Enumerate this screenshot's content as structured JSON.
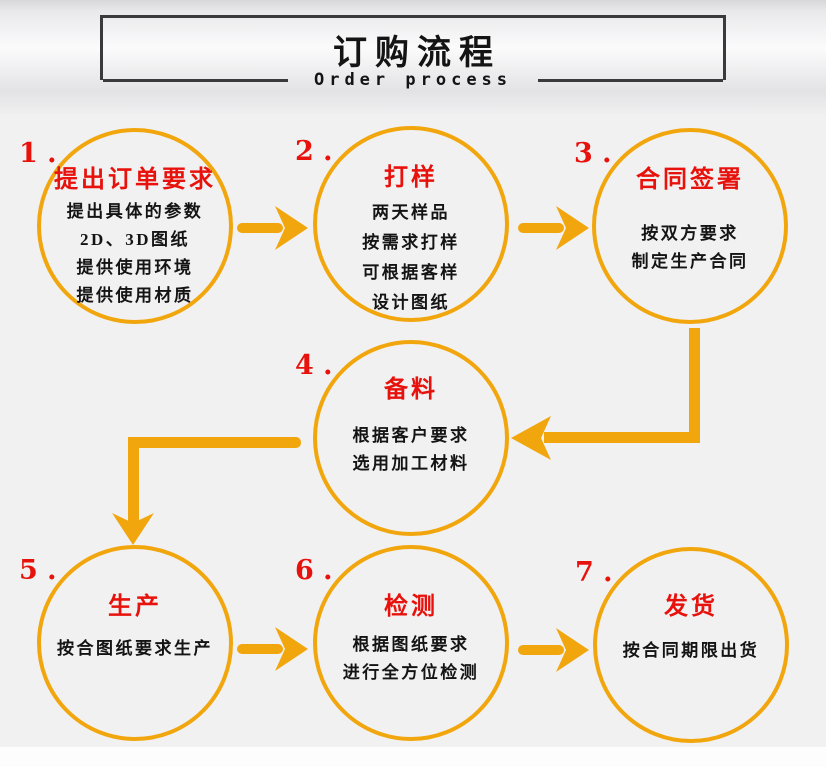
{
  "header": {
    "title": "订购流程",
    "subtitle": "Order process"
  },
  "steps": [
    {
      "label": "1 .",
      "title": "提出订单要求",
      "lines": [
        "提出具体的参数",
        "2D、3D图纸",
        "提供使用环境",
        "提供使用材质"
      ]
    },
    {
      "label": "2 .",
      "title": "打样",
      "lines": [
        "两天样品",
        "按需求打样",
        "可根据客样",
        "设计图纸"
      ]
    },
    {
      "label": "3 .",
      "title": "合同签署",
      "lines": [
        "按双方要求",
        "制定生产合同"
      ]
    },
    {
      "label": "4 .",
      "title": "备料",
      "lines": [
        "根据客户要求",
        "选用加工材料"
      ]
    },
    {
      "label": "5 .",
      "title": "生产",
      "lines": [
        "按合图纸要求生产"
      ]
    },
    {
      "label": "6 .",
      "title": "检测",
      "lines": [
        "根据图纸要求",
        "进行全方位检测"
      ]
    },
    {
      "label": "7 .",
      "title": "发货",
      "lines": [
        "按合同期限出货"
      ]
    }
  ],
  "arrows": [
    {
      "name": "arrow-step1-to-step2",
      "direction": "right"
    },
    {
      "name": "arrow-step2-to-step3",
      "direction": "right"
    },
    {
      "name": "arrow-step3-to-step4",
      "direction": "down-then-left"
    },
    {
      "name": "arrow-step4-to-step5",
      "direction": "left-then-down"
    },
    {
      "name": "arrow-step5-to-step6",
      "direction": "right"
    },
    {
      "name": "arrow-step6-to-step7",
      "direction": "right"
    }
  ],
  "colors": {
    "accent_gold": "#F2A60D",
    "step_red": "#E8120C",
    "text_black": "#141414",
    "box_border": "#3A3A3C",
    "background": "#F1F1F2"
  }
}
